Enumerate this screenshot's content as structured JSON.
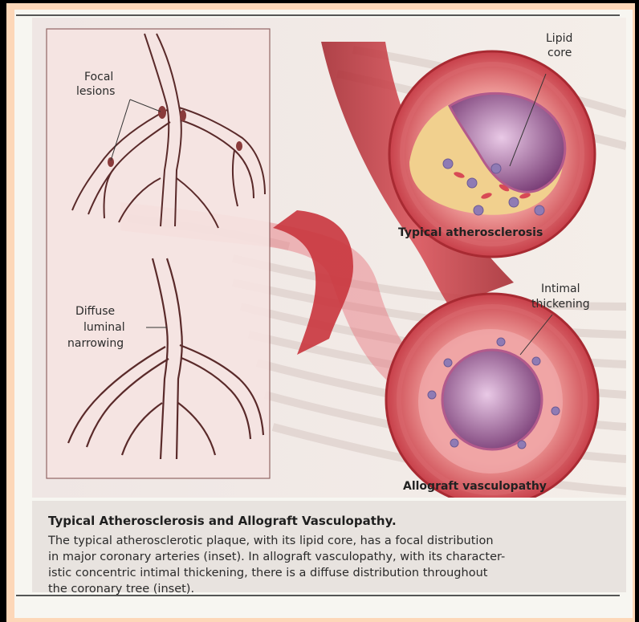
{
  "figure": {
    "inset_labels": {
      "focal_line1": "Focal",
      "focal_line2": "lesions",
      "diffuse_line1": "Diffuse",
      "diffuse_line2": "luminal",
      "diffuse_line3": "narrowing"
    },
    "athero_labels": {
      "lipid_line1": "Lipid",
      "lipid_line2": "core",
      "title": "Typical atherosclerosis"
    },
    "allograft_labels": {
      "intimal_line1": "Intimal",
      "intimal_line2": "thickening",
      "title": "Allograft vasculopathy"
    }
  },
  "caption": {
    "title": "Typical Atherosclerosis and Allograft Vasculopathy.",
    "lines": [
      "The typical atherosclerotic plaque, with its lipid core, has a focal distribution",
      "in major coronary arteries (inset). In allograft vasculopathy, with its character-",
      "istic concentric intimal thickening, there is a diffuse distribution throughout",
      "the coronary tree (inset)."
    ]
  },
  "colors": {
    "artery_red": "#c8323a",
    "wall_pink": "#e98a8a",
    "lipid_yellow": "#f3dca0",
    "lumen_purple": "#8b4f86",
    "inset_bg": "#f5e3e1",
    "vessel_outline": "#5a2a2a"
  }
}
